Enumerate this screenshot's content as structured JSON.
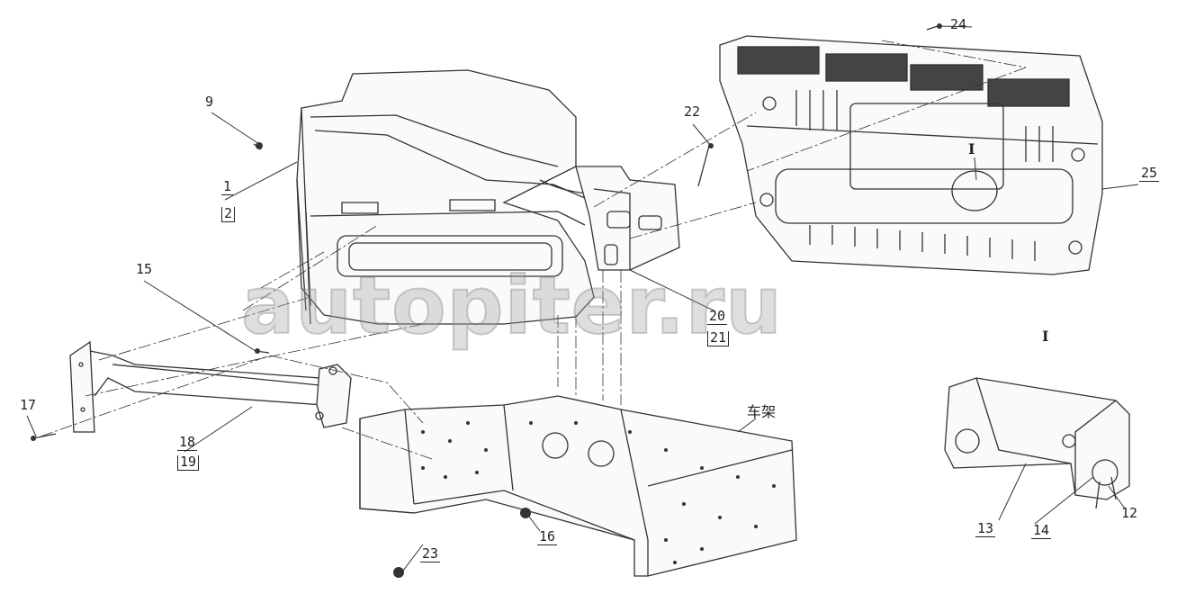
{
  "diagram": {
    "watermark": "autopiter.ru",
    "frame_label": "车架",
    "detail_marker": "Ⅰ",
    "detail_view_label": "Ⅰ",
    "callouts": {
      "c1": "1",
      "c2": "2",
      "c9": "9",
      "c12": "12",
      "c13": "13",
      "c14": "14",
      "c15": "15",
      "c16": "16",
      "c17": "17",
      "c18": "18",
      "c19": "19",
      "c20": "20",
      "c21": "21",
      "c22": "22",
      "c23": "23",
      "c24": "24",
      "c25": "25"
    }
  }
}
